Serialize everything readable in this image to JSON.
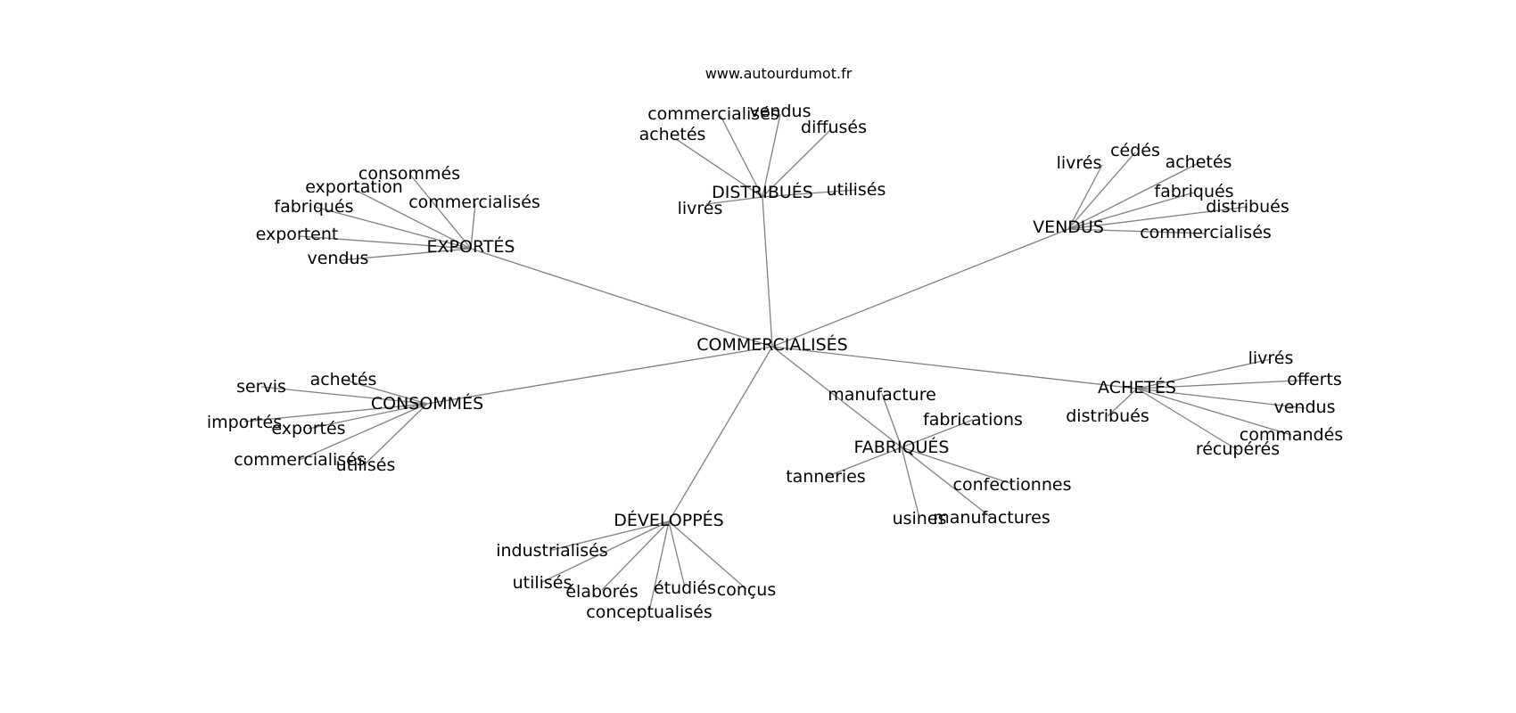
{
  "site": "www.autourdumot.fr",
  "center": "COMMERCIALISÉS",
  "hubs": [
    {
      "label": "DISTRIBUÉS",
      "words": [
        "commercialisés",
        "vendus",
        "diffusés",
        "achetés",
        "utilisés",
        "livrés"
      ]
    },
    {
      "label": "EXPORTÉS",
      "words": [
        "consommés",
        "exportation",
        "commercialisés",
        "fabriqués",
        "exportent",
        "vendus"
      ]
    },
    {
      "label": "VENDUS",
      "words": [
        "livrés",
        "cédés",
        "achetés",
        "fabriqués",
        "distribués",
        "commercialisés"
      ]
    },
    {
      "label": "CONSOMMÉS",
      "words": [
        "achetés",
        "servis",
        "importés",
        "exportés",
        "commercialisés",
        "utilisés"
      ]
    },
    {
      "label": "ACHETÉS",
      "words": [
        "livrés",
        "offerts",
        "vendus",
        "distribués",
        "commandés",
        "récupérés"
      ]
    },
    {
      "label": "FABRIQUÉS",
      "words": [
        "manufacture",
        "fabrications",
        "tanneries",
        "confectionnes",
        "usines",
        "manufactures"
      ]
    },
    {
      "label": "DÉVELOPPÉS",
      "words": [
        "industrialisés",
        "utilisés",
        "élaborés",
        "étudiés",
        "conçus",
        "conceptualisés"
      ]
    }
  ]
}
